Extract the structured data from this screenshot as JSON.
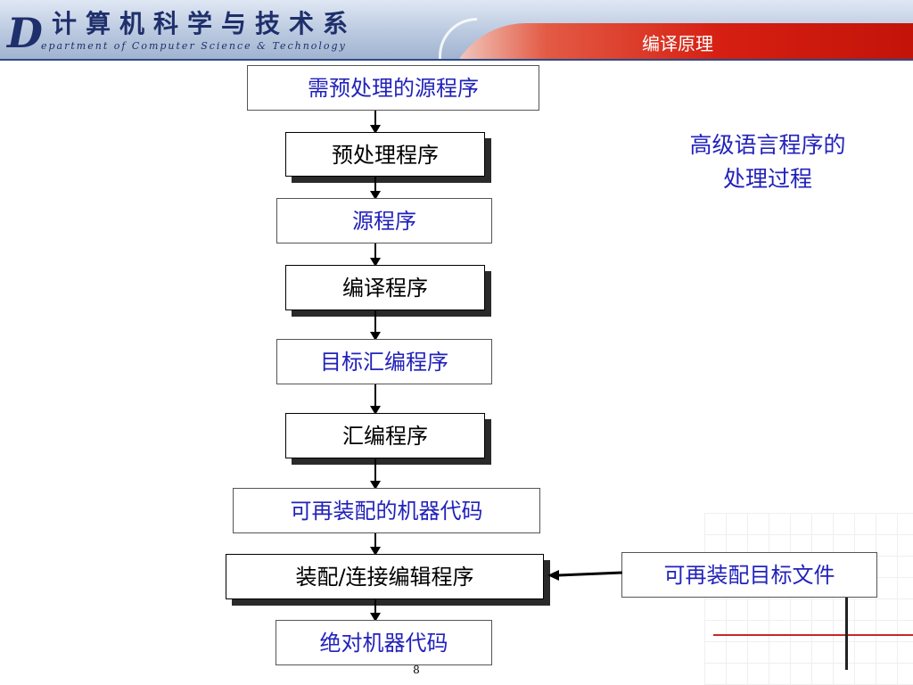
{
  "header": {
    "logo_letter": "D",
    "logo_cn": "计算机科学与技术系",
    "logo_en": "epartment of Computer Science & Technology",
    "course_title": "编译原理"
  },
  "flow": {
    "n1": "需预处理的源程序",
    "n2": "预处理程序",
    "n3": "源程序",
    "n4": "编译程序",
    "n5": "目标汇编程序",
    "n6": "汇编程序",
    "n7": "可再装配的机器代码",
    "n8": "装配/连接编辑程序",
    "n9": "绝对机器代码",
    "side_input": "可再装配目标文件"
  },
  "note": {
    "line1": "高级语言程序的",
    "line2": "处理过程"
  },
  "page_number": "8",
  "colors": {
    "data_text": "#2222bb",
    "process_text": "#000000",
    "header_red": "#d61f12"
  }
}
